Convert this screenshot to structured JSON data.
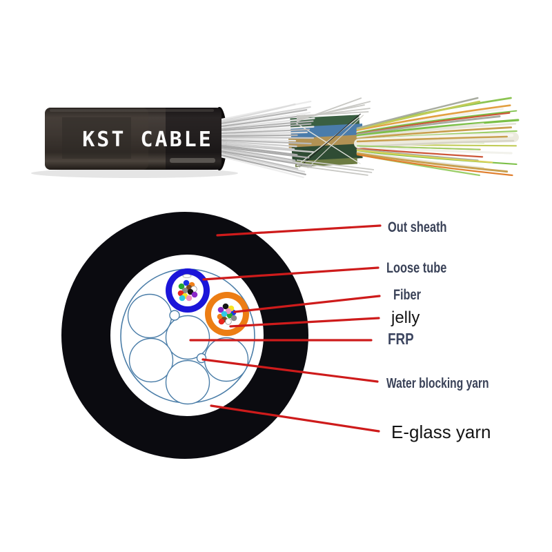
{
  "photo": {
    "brand_label": "KST CABLE"
  },
  "diagram": {
    "labels": [
      {
        "id": "out-sheath",
        "text": "Out sheath"
      },
      {
        "id": "loose-tube",
        "text": "Loose tube"
      },
      {
        "id": "fiber",
        "text": "Fiber"
      },
      {
        "id": "jelly",
        "text": "jelly"
      },
      {
        "id": "frp",
        "text": "FRP"
      },
      {
        "id": "water-blocking-yarn",
        "text": "Water blocking yarn"
      },
      {
        "id": "e-glass-yarn",
        "text": "E-glass yarn"
      }
    ],
    "fiber_colors": [
      "#1a33e8",
      "#f08018",
      "#22a832",
      "#7a4a22",
      "#8a8a8a",
      "#ffffff",
      "#e8251c",
      "#141414",
      "#f5e422",
      "#8a28c8",
      "#f090c0",
      "#30c8e8"
    ],
    "colors": {
      "leader_line": "#ce1b1b",
      "outer_sheath": "#0b0b10",
      "core_outline": "#4a7da8",
      "loose_tube_blue": "#1b15d9",
      "loose_tube_orange": "#ec7d14"
    }
  }
}
